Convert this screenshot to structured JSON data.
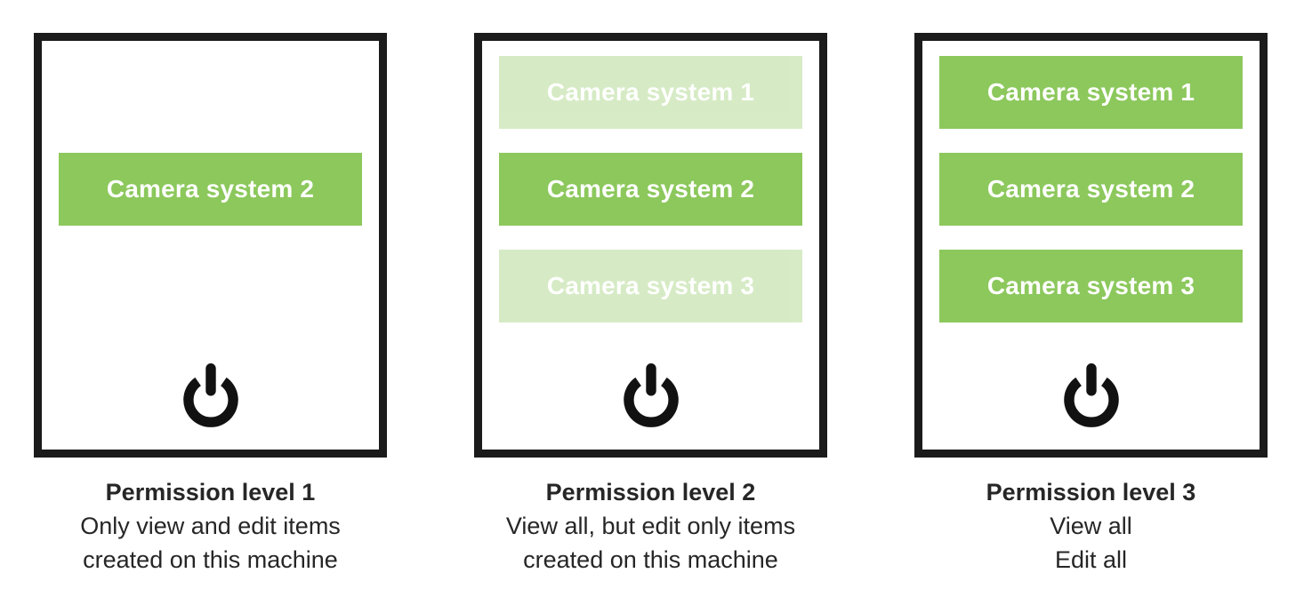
{
  "colors": {
    "accent_green": "#8CC85C",
    "faded_green": "#D8ECC6",
    "frame_border": "#1B1B1B",
    "bar_text": "#FFFFFF",
    "caption_text": "#262626",
    "power_icon": "#111111"
  },
  "panels": [
    {
      "caption_title": "Permission level 1",
      "caption_lines": [
        "Only view and edit items",
        "created on this machine"
      ],
      "bars": [
        {
          "label": "Camera system 2",
          "state": "solid"
        }
      ]
    },
    {
      "caption_title": "Permission level 2",
      "caption_lines": [
        "View all, but edit only items",
        "created on this machine"
      ],
      "bars": [
        {
          "label": "Camera system 1",
          "state": "faded"
        },
        {
          "label": "Camera system 2",
          "state": "solid"
        },
        {
          "label": "Camera system 3",
          "state": "faded"
        }
      ]
    },
    {
      "caption_title": "Permission level 3",
      "caption_lines": [
        "View all",
        "Edit all"
      ],
      "bars": [
        {
          "label": "Camera system 1",
          "state": "solid"
        },
        {
          "label": "Camera system 2",
          "state": "solid"
        },
        {
          "label": "Camera system 3",
          "state": "solid"
        }
      ]
    }
  ]
}
